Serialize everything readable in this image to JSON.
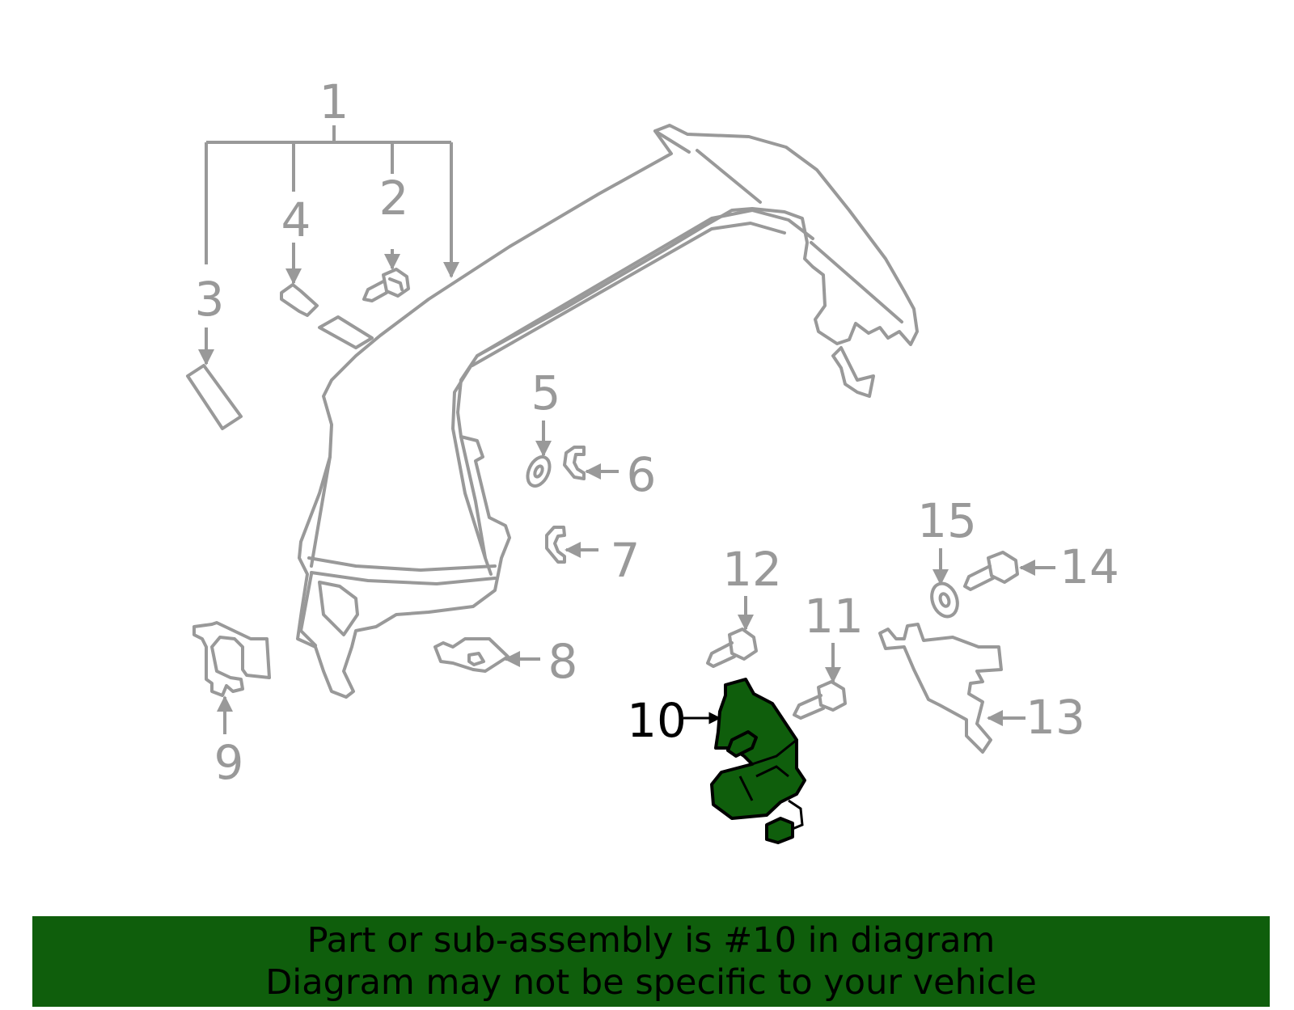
{
  "callouts": {
    "c1": "1",
    "c2": "2",
    "c3": "3",
    "c4": "4",
    "c5": "5",
    "c6": "6",
    "c7": "7",
    "c8": "8",
    "c9": "9",
    "c10": "10",
    "c11": "11",
    "c12": "12",
    "c13": "13",
    "c14": "14",
    "c15": "15"
  },
  "highlight": {
    "part_number": "10",
    "color": "#0f5e0c"
  },
  "banner": {
    "line1": "Part or sub-assembly is #10 in diagram",
    "line2": "Diagram may not be specific to your vehicle",
    "background": "#0f5e0c"
  },
  "colors": {
    "outline": "#999999",
    "highlight_outline": "#000000"
  }
}
